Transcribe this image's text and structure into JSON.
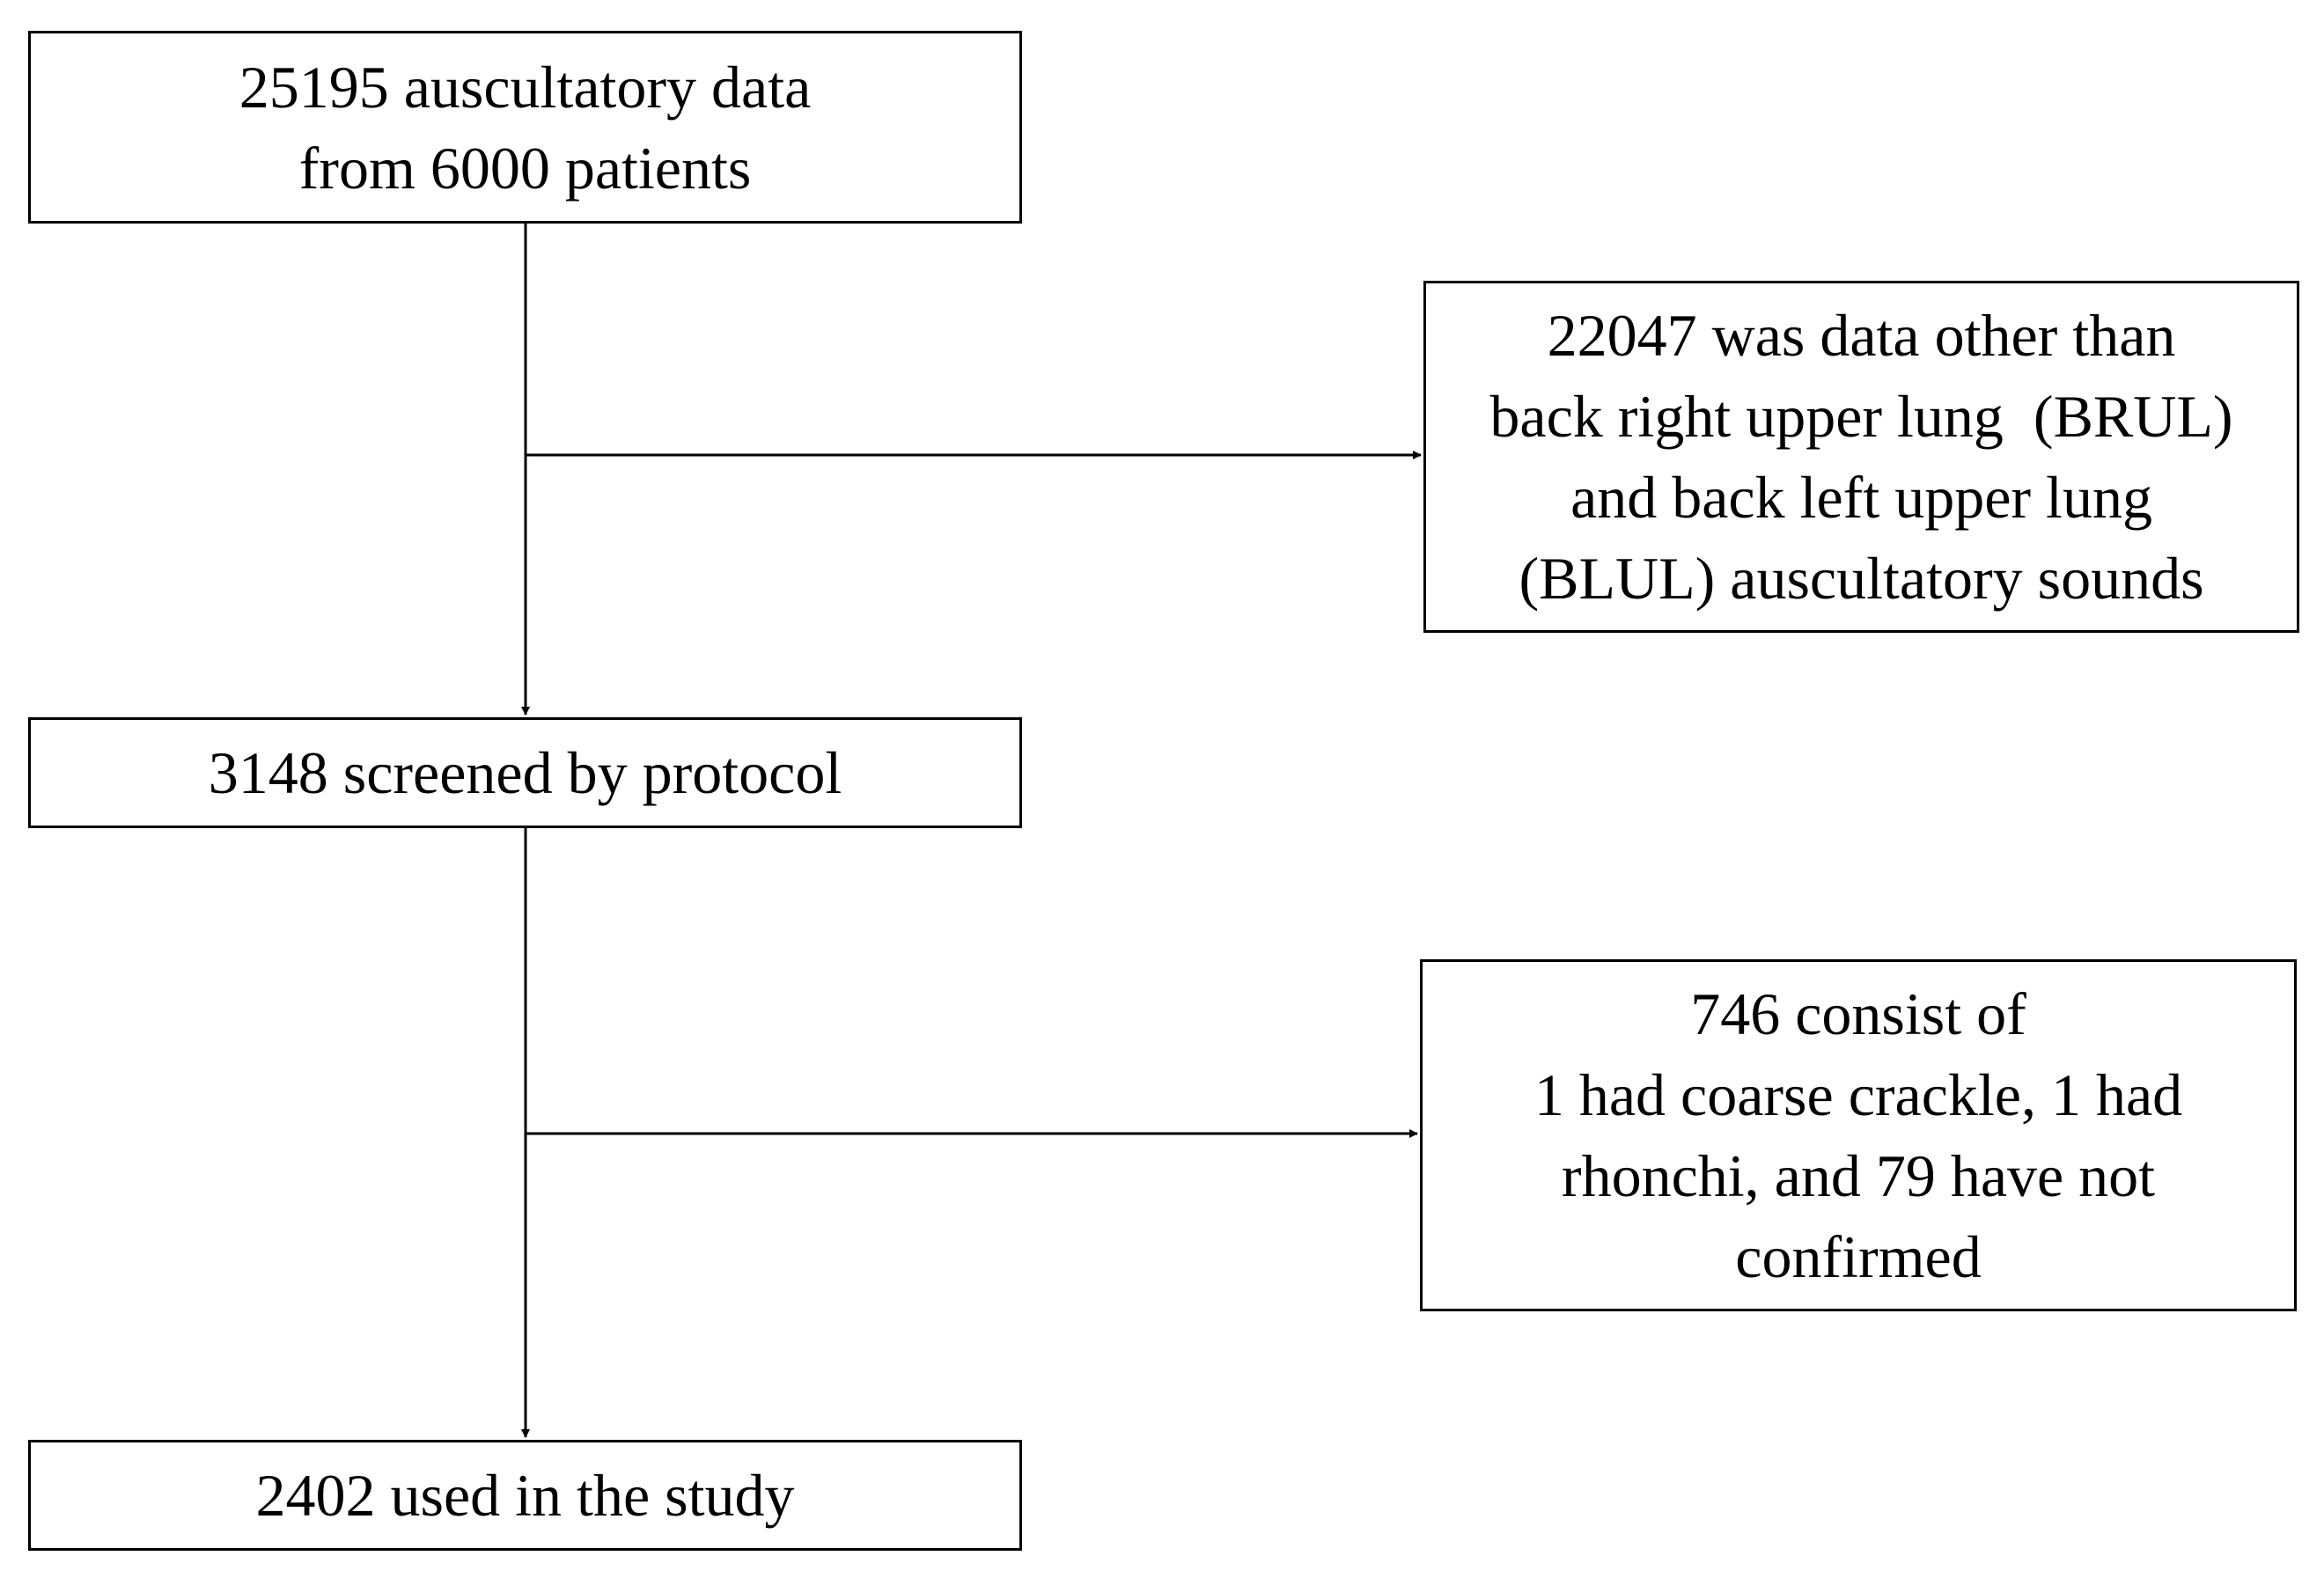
{
  "boxes": {
    "total": {
      "lines": [
        "25195 auscultatory data",
        "from 6000 patients"
      ]
    },
    "excluded1": {
      "lines": [
        "22047 was data other than",
        "back right upper lung  (BRUL)",
        "and back left upper lung",
        "(BLUL) auscultatory sounds"
      ]
    },
    "screened": {
      "lines": [
        "3148 screened by protocol"
      ]
    },
    "excluded2": {
      "lines": [
        "746 consist of",
        "1 had coarse crackle, 1 had",
        "rhonchi, and 79 have not",
        "confirmed"
      ]
    },
    "used": {
      "lines": [
        "2402 used in the study"
      ]
    }
  }
}
